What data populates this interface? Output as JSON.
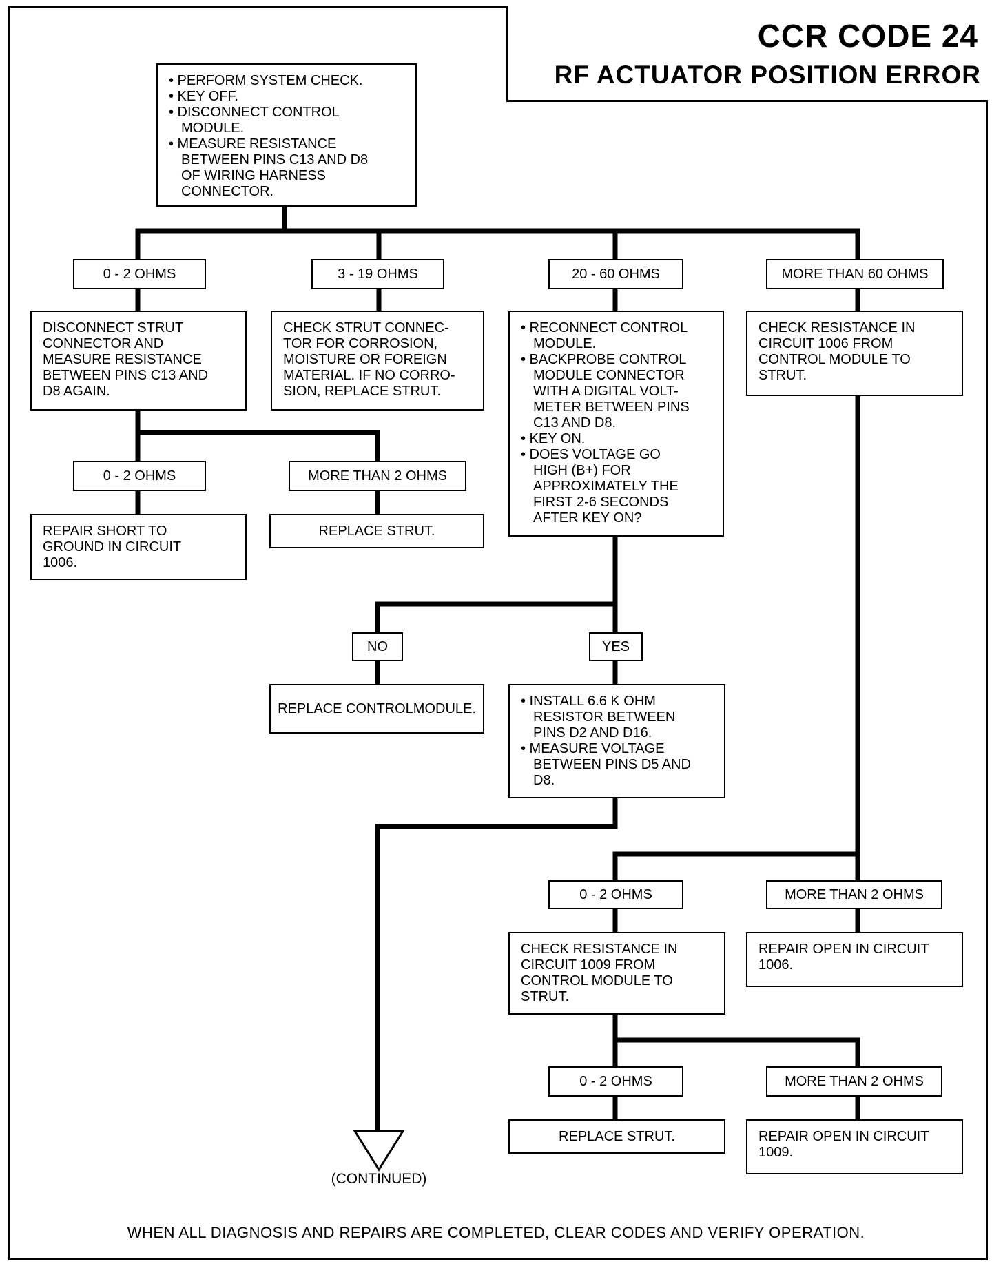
{
  "header": {
    "code": "CCR CODE 24",
    "title": "RF ACTUATOR POSITION ERROR"
  },
  "steps": {
    "start": [
      "• PERFORM SYSTEM CHECK.",
      "• KEY OFF.",
      "• DISCONNECT CONTROL",
      "MODULE.",
      "• MEASURE RESISTANCE",
      "BETWEEN PINS C13 AND D8",
      "OF WIRING HARNESS",
      "CONNECTOR."
    ],
    "disconnect_strut": [
      "DISCONNECT STRUT",
      "CONNECTOR AND",
      "MEASURE RESISTANCE",
      "BETWEEN PINS C13 AND",
      "D8 AGAIN."
    ],
    "check_strut_connector": [
      "CHECK STRUT CONNEC-",
      "TOR FOR CORROSION,",
      "MOISTURE OR FOREIGN",
      "MATERIAL. IF NO CORRO-",
      "SION, REPLACE STRUT."
    ],
    "reconnect_module": [
      "• RECONNECT CONTROL",
      "MODULE.",
      "• BACKPROBE CONTROL",
      "MODULE CONNECTOR",
      "WITH A DIGITAL VOLT-",
      "METER BETWEEN PINS",
      "C13 AND D8.",
      "• KEY ON.",
      "• DOES VOLTAGE GO",
      "HIGH (B+) FOR",
      "APPROXIMATELY THE",
      "FIRST 2-6 SECONDS",
      "AFTER KEY ON?"
    ],
    "check_circuit_1006": [
      "CHECK RESISTANCE IN",
      "CIRCUIT 1006 FROM",
      "CONTROL MODULE TO",
      "STRUT."
    ],
    "repair_short_1006": [
      "REPAIR SHORT TO",
      "GROUND IN CIRCUIT",
      "1006."
    ],
    "replace_strut_1": "REPLACE STRUT.",
    "replace_control_module": [
      "REPLACE CONTROL",
      "MODULE."
    ],
    "install_resistor": [
      "• INSTALL 6.6 K OHM",
      "RESISTOR BETWEEN",
      "PINS D2 AND D16.",
      "• MEASURE VOLTAGE",
      "BETWEEN PINS D5 AND",
      "D8."
    ],
    "check_circuit_1009": [
      "CHECK RESISTANCE IN",
      "CIRCUIT 1009 FROM",
      "CONTROL MODULE TO",
      "STRUT."
    ],
    "repair_open_1006": [
      "REPAIR OPEN IN CIRCUIT",
      "1006."
    ],
    "replace_strut_2": "REPLACE STRUT.",
    "repair_open_1009": [
      "REPAIR OPEN IN CIRCUIT",
      "1009."
    ]
  },
  "labels": {
    "ohms_0_2": "0 - 2 OHMS",
    "ohms_3_19": "3 - 19 OHMS",
    "ohms_20_60": "20 - 60 OHMS",
    "ohms_more_60": "MORE THAN 60 OHMS",
    "ohms_more_2": "MORE THAN 2 OHMS",
    "no": "NO",
    "yes": "YES"
  },
  "continued": "(CONTINUED)",
  "footer": "WHEN ALL DIAGNOSIS AND REPAIRS ARE COMPLETED, CLEAR CODES AND VERIFY OPERATION."
}
